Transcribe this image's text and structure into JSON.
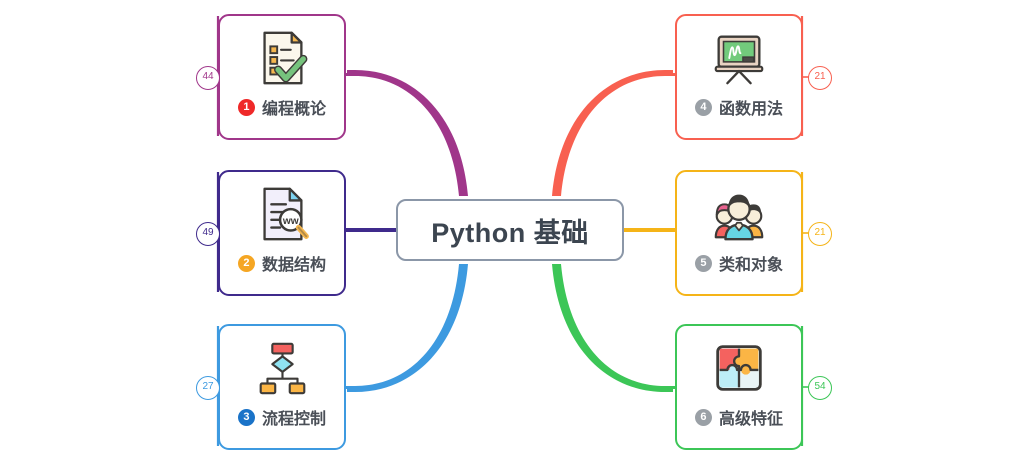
{
  "diagram": {
    "type": "mind-map",
    "title": "Python 基础",
    "center": {
      "label": "Python 基础",
      "border_color": "#8b97a8",
      "text_color": "#3c4550"
    },
    "branches": [
      {
        "id": "branch-1",
        "side": "left",
        "index": "1",
        "label": "编程概论",
        "count": "44",
        "color": "#a0368a",
        "index_color": "#ef2929",
        "icon": "checklist-document-icon"
      },
      {
        "id": "branch-2",
        "side": "left",
        "index": "2",
        "label": "数据结构",
        "count": "49",
        "color": "#3f2a8c",
        "index_color": "#f5a623",
        "icon": "document-search-icon"
      },
      {
        "id": "branch-3",
        "side": "left",
        "index": "3",
        "label": "流程控制",
        "count": "27",
        "color": "#3d9ae0",
        "index_color": "#1a73c8",
        "icon": "flowchart-icon"
      },
      {
        "id": "branch-4",
        "side": "right",
        "index": "4",
        "label": "函数用法",
        "count": "21",
        "color": "#f86050",
        "index_color": "#9aa0a6",
        "icon": "blackboard-icon"
      },
      {
        "id": "branch-5",
        "side": "right",
        "index": "5",
        "label": "类和对象",
        "count": "21",
        "color": "#f5b418",
        "index_color": "#9aa0a6",
        "icon": "people-group-icon"
      },
      {
        "id": "branch-6",
        "side": "right",
        "index": "6",
        "label": "高级特征",
        "count": "54",
        "color": "#3cc657",
        "index_color": "#9aa0a6",
        "icon": "puzzle-icon"
      }
    ]
  }
}
